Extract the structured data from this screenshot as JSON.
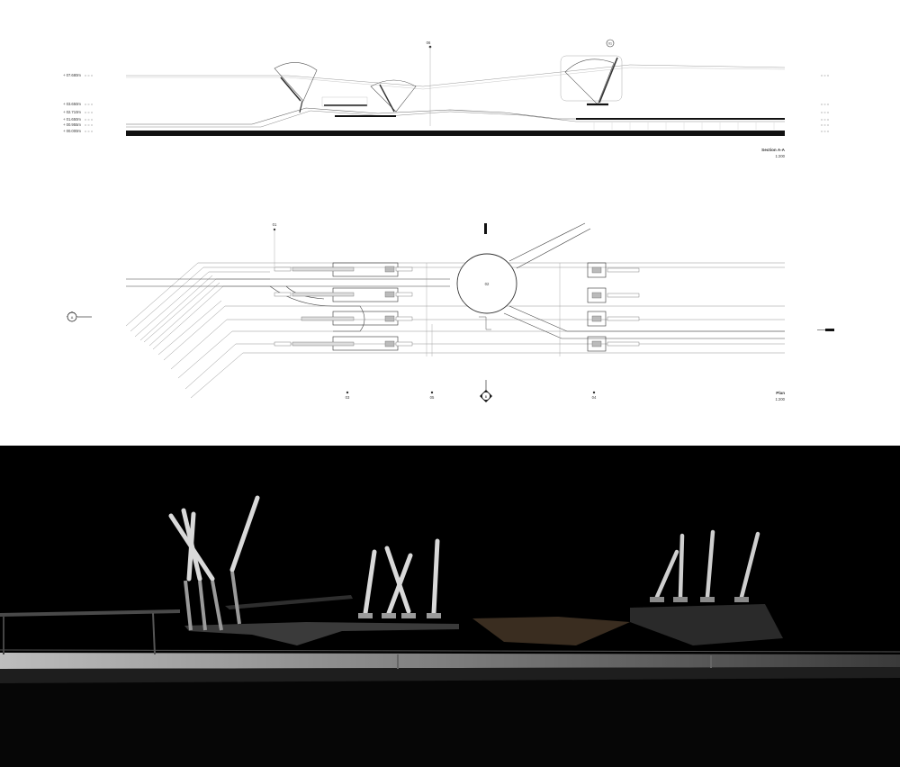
{
  "section": {
    "title": "Section A-A",
    "scale": "1:200",
    "levels": [
      "+ 07.680m",
      "+ 03.650m",
      "+ 02.710m",
      "+ 01.650m",
      "+ 00.955m",
      "+ 00.000m"
    ],
    "marker_top": "06",
    "marker_circle": "01"
  },
  "plan": {
    "title": "Plan",
    "scale": "1:200",
    "tag_01": "01",
    "tag_02": "02",
    "tag_03": "03",
    "tag_04": "04",
    "tag_05": "05",
    "section_mark_left": "A",
    "section_mark_bottom": "B"
  },
  "colors": {
    "background": "#ffffff",
    "ink": "#222222",
    "photo_background": "#000000",
    "model": "#d8d8d8"
  }
}
